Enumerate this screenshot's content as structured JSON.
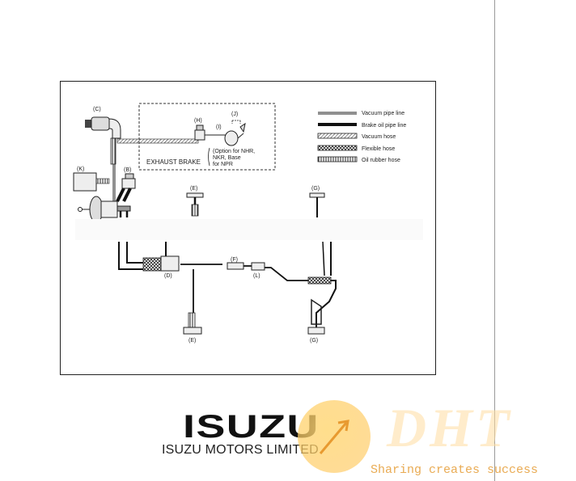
{
  "diagram": {
    "components": {
      "c": "(C)",
      "h": "(H)",
      "i": "(I)",
      "j": "(J)",
      "k": "(K)",
      "b": "(B)",
      "e_top": "(E)",
      "g_top": "(G)",
      "d": "(D)",
      "f": "(F)",
      "l": "(L)",
      "e_bottom": "(E)",
      "g_bottom": "(G)"
    },
    "exhaust_brake_label": "EXHAUST BRAKE",
    "option_note": [
      "(Option for NHR,",
      "NKR, Base",
      "for NPR"
    ],
    "legend": [
      {
        "label": "Vacuum pipe line",
        "style": "vacuum-pipe"
      },
      {
        "label": "Brake oil pipe line",
        "style": "brake-oil-pipe"
      },
      {
        "label": "Vacuum hose",
        "style": "vacuum-hose"
      },
      {
        "label": "Flexible hose",
        "style": "flexible-hose"
      },
      {
        "label": "Oil rubber hose",
        "style": "oil-rubber-hose"
      }
    ]
  },
  "branding": {
    "logo_text": "ISUZU",
    "company_name": "ISUZU MOTORS LIMITED"
  },
  "watermark": {
    "letters": "DHT",
    "tagline": "Sharing creates success"
  }
}
